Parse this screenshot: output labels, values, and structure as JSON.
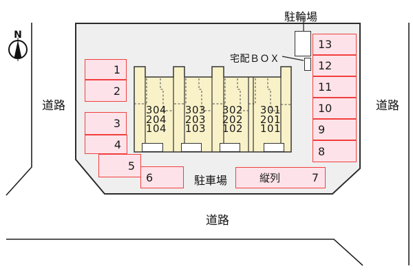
{
  "compass": {
    "north": "N"
  },
  "roads": {
    "left": "道路",
    "right": "道路",
    "bottom": "道路"
  },
  "facilities": {
    "bicycle_parking": "駐輪場",
    "delivery_box": "宅配ＢＯＸ",
    "parking_lot": "駐車場"
  },
  "building": {
    "units": [
      {
        "rooms": [
          "304",
          "204",
          "104"
        ]
      },
      {
        "rooms": [
          "303",
          "203",
          "103"
        ]
      },
      {
        "rooms": [
          "302",
          "202",
          "102"
        ]
      },
      {
        "rooms": [
          "301",
          "201",
          "101"
        ]
      }
    ]
  },
  "parking": {
    "spaces_left": [
      "1",
      "2",
      "3",
      "4",
      "5",
      "6"
    ],
    "spaces_right": [
      "13",
      "12",
      "11",
      "10",
      "9",
      "8"
    ],
    "tandem": {
      "label": "縦列",
      "number": "7"
    }
  },
  "colors": {
    "space_fill": "#fde3e9",
    "space_border": "#f23d3d",
    "building_fill": "#f9f2c9",
    "site_fill": "#efefef",
    "line": "#1f1f1f"
  }
}
